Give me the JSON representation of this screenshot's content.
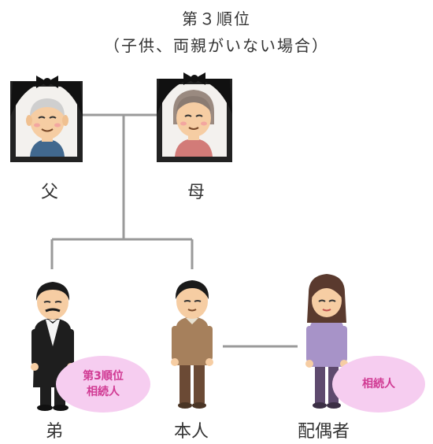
{
  "title": "第３順位",
  "subtitle": "（子供、両親がいない場合）",
  "people": {
    "father": "父",
    "mother": "母",
    "brother": "弟",
    "self": "本人",
    "spouse": "配偶者"
  },
  "badges": {
    "brother_line1": "第3順位",
    "brother_line2": "相続人",
    "spouse": "相続人"
  },
  "colors": {
    "line": "#9a9a9a",
    "badge_fill": "#f6cdf0",
    "badge_text": "#d03a93"
  }
}
